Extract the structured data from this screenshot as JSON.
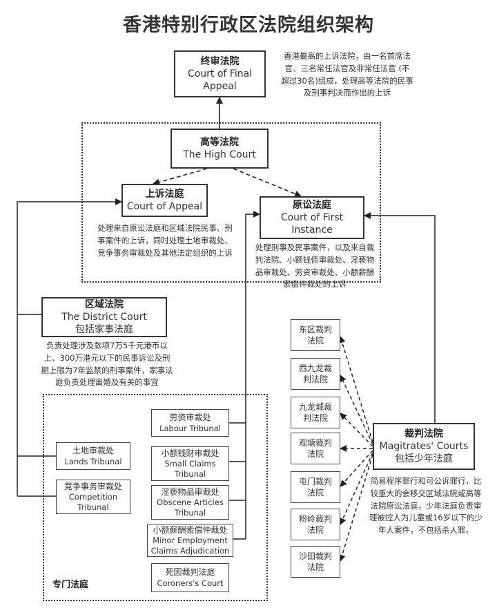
{
  "title": "香港特别行政区法院组织架构",
  "cfa": {
    "zh": "终审法院",
    "en1": "Court of Final",
    "en2": "Appeal",
    "desc": [
      "香港最高的上诉法院，由一名首席法",
      "官、三名常任法官及非常任法官 (不",
      "超过30名)组成，处理高等法院的民事",
      "及刑事判决而作出的上诉"
    ]
  },
  "high": {
    "zh": "高等法院",
    "en": "The High Court"
  },
  "appeal": {
    "zh": "上诉法庭",
    "en": "Court of Appeal",
    "desc": [
      "处理来自原讼法庭和区域法院民事、刑",
      "事案件的上诉，同时处理土地审裁处、",
      "竞争事务审裁处及其他法定组织的上诉"
    ]
  },
  "first": {
    "zh": "原讼法庭",
    "en1": "Court of First",
    "en2": "Instance",
    "desc": [
      "处理刑事及民事案件，以及来自裁",
      "判法院、小额钱债审裁处、淫亵物",
      "品审裁处、劳资审裁处、小额薪酬",
      "索偿仲裁处的上诉"
    ]
  },
  "district": {
    "zh": "区域法院",
    "en": "The District Court",
    "zh2": "包括家事法庭",
    "desc": [
      "负责处理涉及款项7万5千元港币以",
      "上、300万港元以下的民事诉讼及刑",
      "期上限为7年监禁的刑事案件，家事法",
      "庭负责处理离婚及有关的事宜"
    ]
  },
  "special_label": "专门法庭",
  "tribunals": {
    "labour": {
      "zh": "劳资审裁处",
      "en": "Labour Tribunal"
    },
    "small_claims": {
      "zh": "小额钱财审裁处",
      "en1": "Small Claims",
      "en2": "Tribunal"
    },
    "obscene": {
      "zh": "淫亵物品审裁处",
      "en1": "Obscene Articles",
      "en2": "Tribunal"
    },
    "minor_emp": {
      "zh": "小额薪酬索偿仲裁处",
      "en1": "Minor Employment",
      "en2": "Claims Adjudication"
    },
    "coroners": {
      "zh": "死因裁判法庭",
      "en": "Coroners's Court"
    },
    "lands": {
      "zh": "土地审裁处",
      "en": "Lands Tribunal"
    },
    "competition": {
      "zh": "竞争事务审裁处",
      "en1": "Competition",
      "en2": "Tribunal"
    }
  },
  "magistrates": {
    "zh": "裁判法院",
    "en": "Magitrates' Courts",
    "zh2": "包括少年法庭",
    "desc": [
      "简易程序罪行和可公诉罪行，比",
      "较重大的会移交区域法院或高等",
      "法院原讼法庭，少年法庭负责审",
      "理被控人为儿童或16岁以下的少",
      "年人案件，不包括杀人罪。"
    ]
  },
  "mag_courts": [
    {
      "l1": "东区裁判",
      "l2": "法院"
    },
    {
      "l1": "西九龙裁",
      "l2": "判法院"
    },
    {
      "l1": "九龙城裁",
      "l2": "判法院"
    },
    {
      "l1": "观塘裁判",
      "l2": "法院"
    },
    {
      "l1": "屯门裁判",
      "l2": "法院"
    },
    {
      "l1": "粉岭裁判",
      "l2": "法院"
    },
    {
      "l1": "沙田裁判",
      "l2": "法院"
    }
  ]
}
